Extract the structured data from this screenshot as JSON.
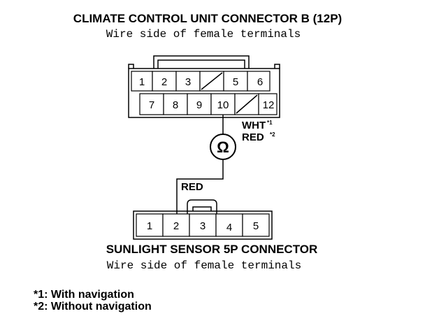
{
  "connector_b": {
    "title": "CLIMATE CONTROL UNIT CONNECTOR B (12P)",
    "subtitle": "Wire side of female terminals",
    "row1_pins": [
      "1",
      "2",
      "3",
      "",
      "5",
      "6"
    ],
    "row2_pins": [
      "7",
      "8",
      "9",
      "10",
      "",
      "12"
    ],
    "wire_label_1": "WHT",
    "wire_label_1_ref": "*1",
    "wire_label_2": "RED",
    "wire_label_2_ref": "*2"
  },
  "meter": {
    "symbol": "Ω",
    "icon": "ohmmeter-icon"
  },
  "sunlight_sensor": {
    "wire_label": "RED",
    "pins": [
      "1",
      "2",
      "3",
      "4",
      "5"
    ],
    "title": "SUNLIGHT SENSOR 5P CONNECTOR",
    "subtitle": "Wire side of female terminals"
  },
  "notes": [
    "*1: With navigation",
    "*2: Without navigation"
  ]
}
